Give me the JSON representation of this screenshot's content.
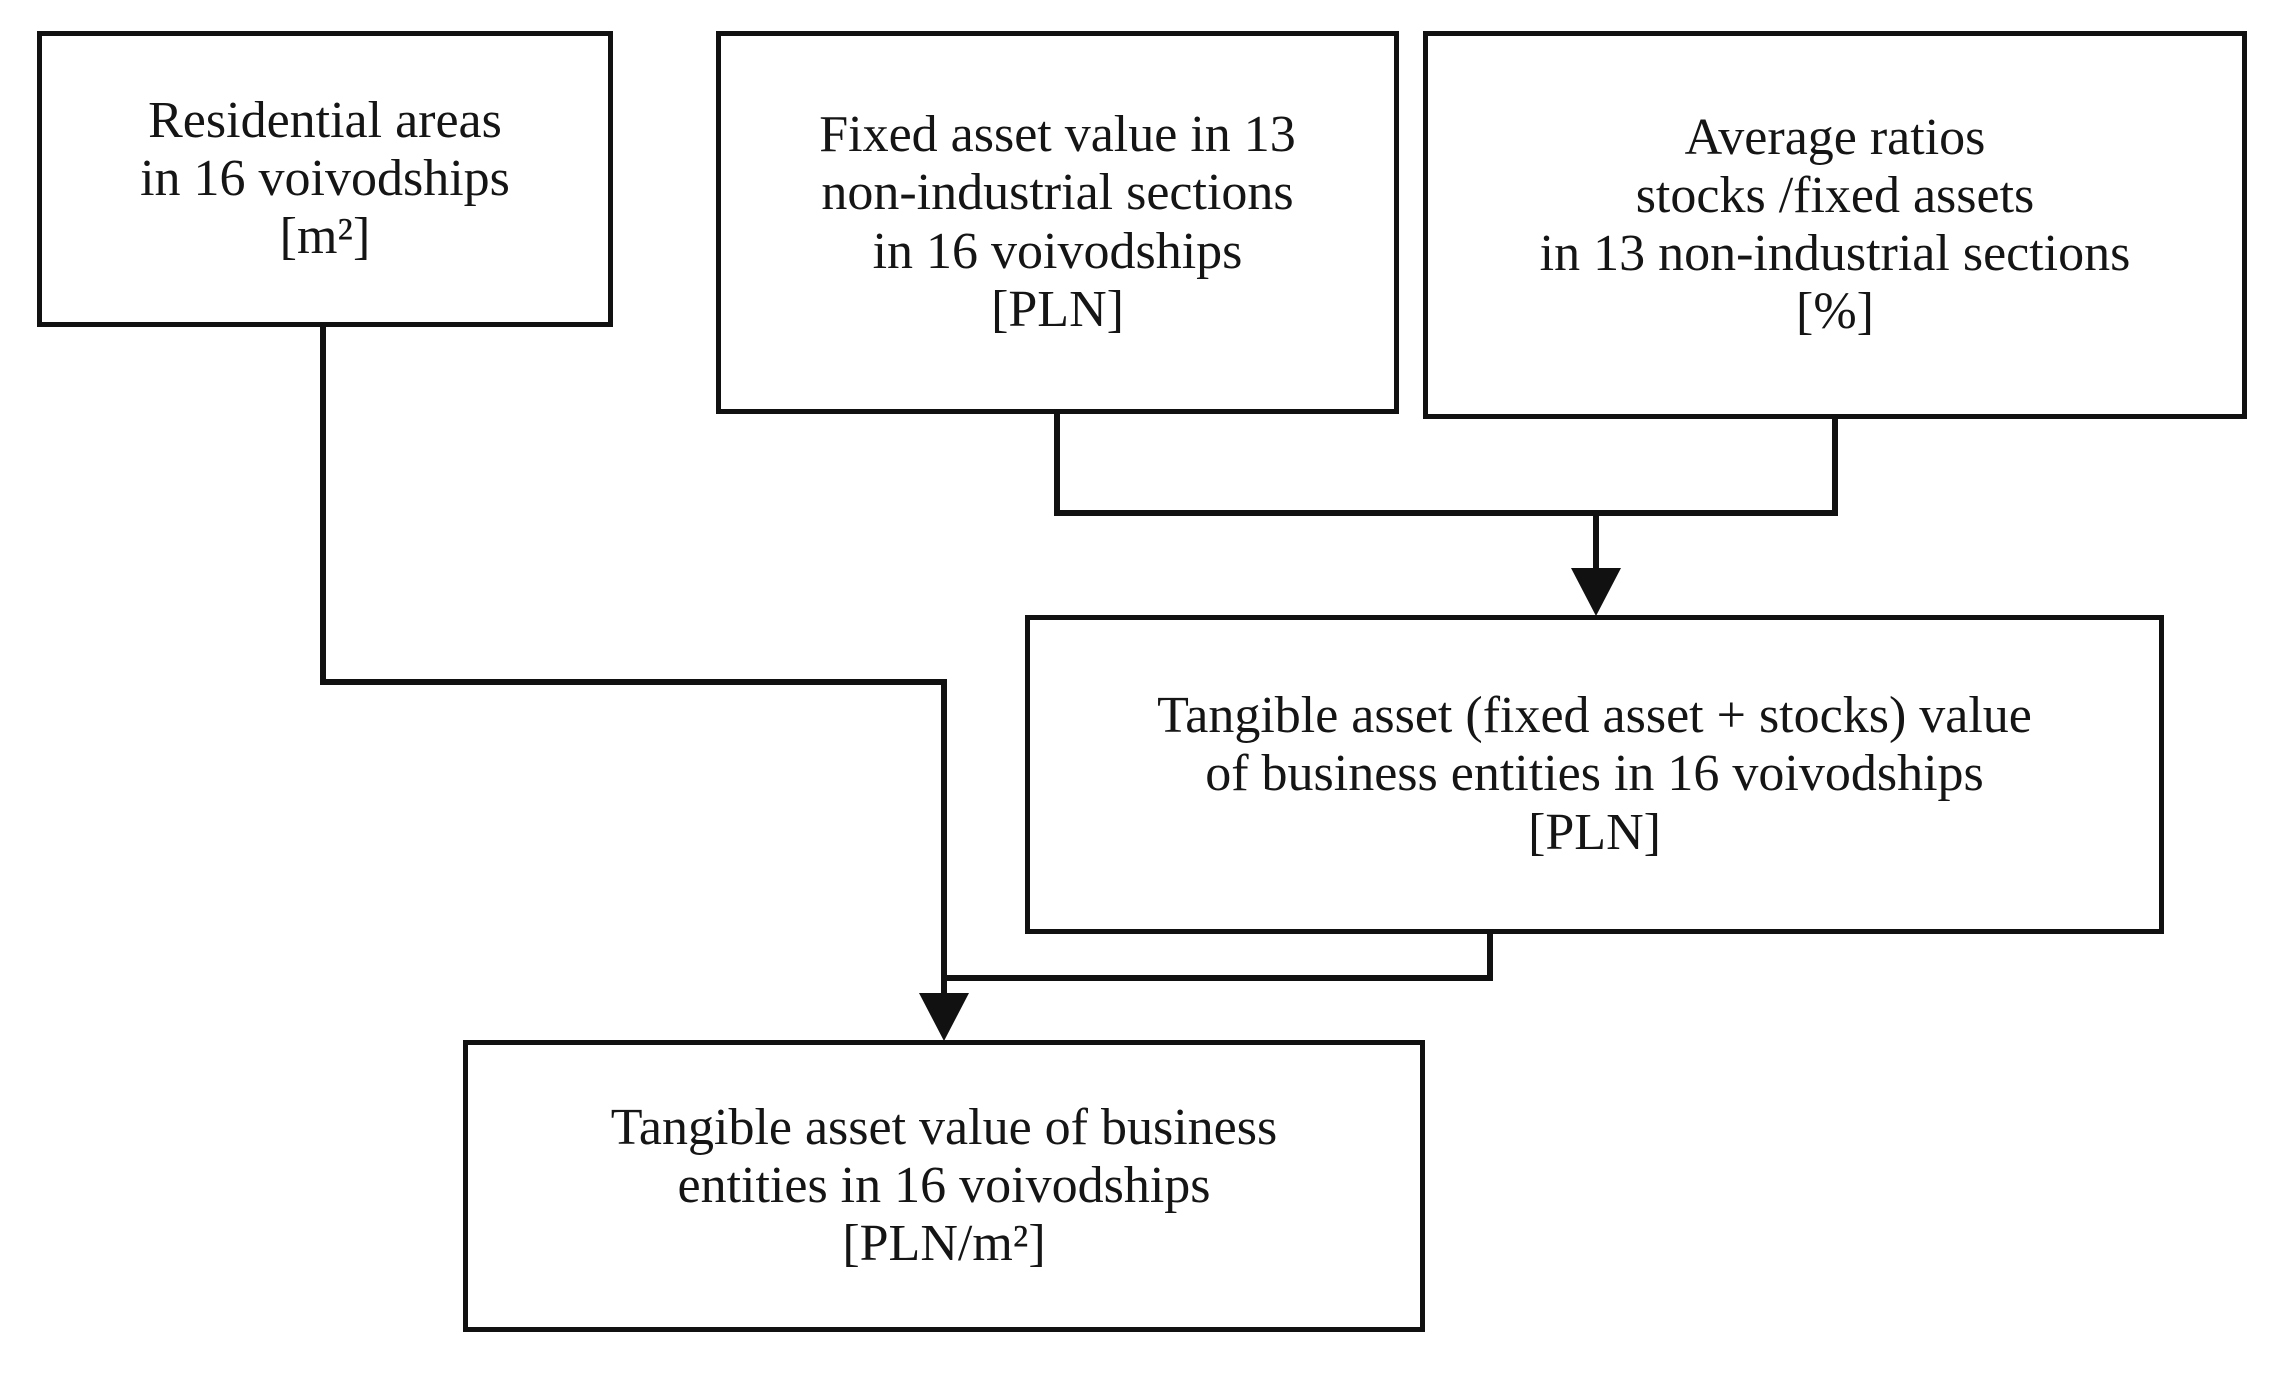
{
  "diagram": {
    "title": "Tangible asset value of business entities flowchart",
    "type": "flowchart",
    "background_color": "#ffffff",
    "stroke_color": "#111111",
    "text_color": "#151515",
    "nodes": [
      {
        "id": "residential",
        "name": "Residential areas in 16 voivodships",
        "lines": [
          "Residential areas",
          "in 16 voivodships",
          "[m²]"
        ],
        "unit": "m²"
      },
      {
        "id": "fixed_asset",
        "name": "Fixed asset value in 13 non-industrial sections in 16 voivodships",
        "lines": [
          "Fixed asset value in 13",
          "non-industrial sections",
          "in 16 voivodships",
          "[PLN]"
        ],
        "unit": "PLN"
      },
      {
        "id": "average_ratios",
        "name": "Average ratios stocks / fixed assets in 13 non-industrial sections",
        "lines": [
          "Average ratios",
          "stocks /fixed assets",
          "in 13 non-industrial sections",
          "[%]"
        ],
        "unit": "%"
      },
      {
        "id": "tangible_value",
        "name": "Tangible asset (fixed asset + stocks) value of business entities in 16 voivodships",
        "lines": [
          "Tangible asset (fixed asset + stocks) value",
          "of business entities in 16 voivodships",
          "[PLN]"
        ],
        "unit": "PLN"
      },
      {
        "id": "tangible_per_m2",
        "name": "Tangible asset value of business entities in 16 voivodships per square metre",
        "lines": [
          "Tangible asset value of business",
          "entities in 16 voivodships",
          "[PLN/m²]"
        ],
        "unit": "PLN/m²"
      }
    ],
    "edges": [
      {
        "from": "fixed_asset",
        "to": "tangible_value",
        "arrow": true
      },
      {
        "from": "average_ratios",
        "to": "tangible_value",
        "arrow": true
      },
      {
        "from": "residential",
        "to": "tangible_per_m2",
        "arrow": true
      },
      {
        "from": "tangible_value",
        "to": "tangible_per_m2",
        "arrow": true
      }
    ]
  }
}
